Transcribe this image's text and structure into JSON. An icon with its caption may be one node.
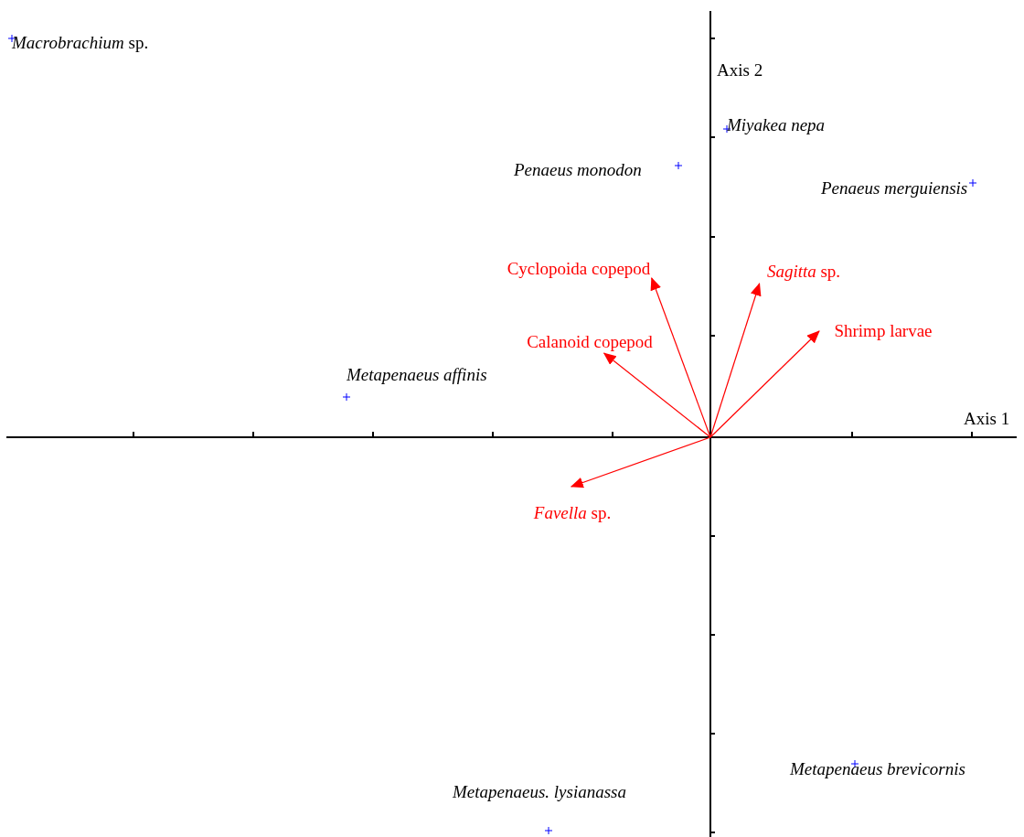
{
  "diagram": {
    "nodes": [
      {
        "text": [
          "Cyclopoida copepod"
        ]
      },
      {
        "text": [
          "*Sagitta* sp."
        ]
      },
      {
        "text": [
          "Calanoid copepod"
        ]
      },
      {
        "text": [
          "Shrimp  larvae"
        ]
      },
      {
        "text": [
          "*Favella* sp."
        ]
      }
    ],
    "edges": [
      {
        "from": null,
        "to": 0,
        "arrow": "to"
      },
      {
        "from": null,
        "to": 1,
        "arrow": "to"
      },
      {
        "from": null,
        "to": 2,
        "arrow": "to"
      },
      {
        "from": null,
        "to": 3,
        "arrow": "to"
      },
      {
        "from": null,
        "to": 4,
        "arrow": "to"
      }
    ],
    "labels": [
      "*Macrobrachium* sp.",
      "Axis 2",
      "Miyakea nepa",
      "Penaeus monodon",
      "Penaeus merguiensis",
      "Metapenaeus affinis",
      "Axis 1",
      "Metapenaeus brevicornis",
      "Metapenaeus. lysianassa"
    ]
  }
}
